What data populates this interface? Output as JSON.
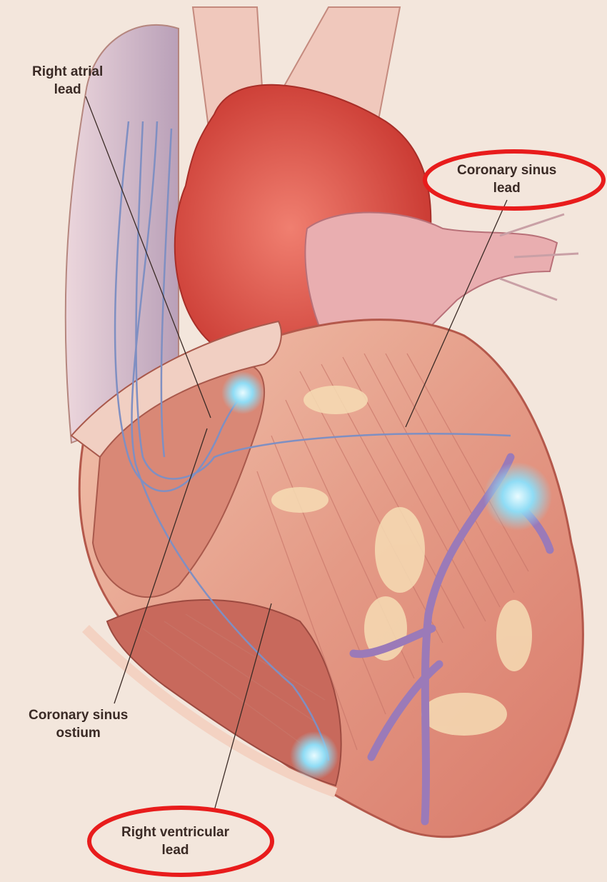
{
  "labels": {
    "right_atrial": [
      "Right atrial",
      "lead"
    ],
    "coronary_sinus_lead": [
      "Coronary sinus",
      "lead"
    ],
    "coronary_sinus_ostium": [
      "Coronary sinus",
      "ostium"
    ],
    "right_ventricular": [
      "Right ventricular",
      "lead"
    ]
  },
  "highlighted_labels": [
    "Coronary sinus lead",
    "Right ventricular lead"
  ],
  "colors": {
    "highlight_ellipse": "#e81c1c",
    "background": "#f3e6dc",
    "aorta": "#e0584c",
    "muscle": "#e8a08c",
    "vein": "#a98bc4",
    "lead_wire": "#8fa0c8",
    "electrode_glow": "#7fd6f2"
  }
}
